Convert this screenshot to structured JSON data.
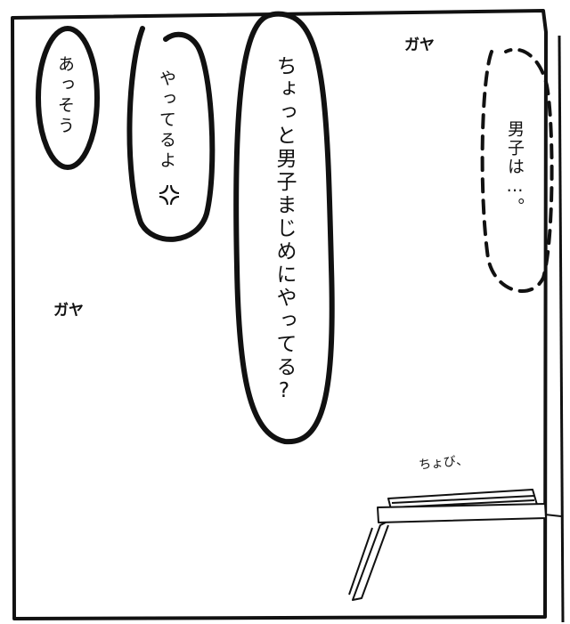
{
  "speech": {
    "bubble1": "あっそう",
    "bubble2": "やってるよ",
    "bubble3": "ちょっと男子まじめにやってる?",
    "thought": "男子は…。"
  },
  "sfx": {
    "noise_top": "ガヤ",
    "noise_left": "ガヤ",
    "sound": "ちょび、"
  },
  "icons": {
    "anger": "anger-vein-icon",
    "papers": "paper-stack-drawing"
  }
}
